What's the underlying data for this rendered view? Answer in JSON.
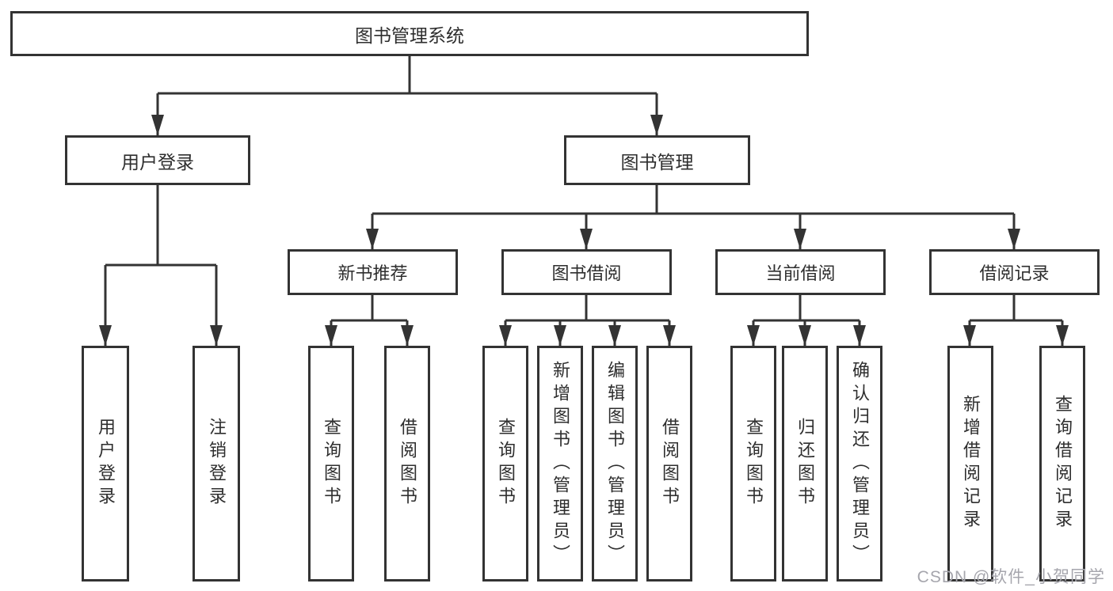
{
  "diagram": {
    "title": "图书管理系统",
    "watermark": "CSDN @软件_小贺同学",
    "colors": {
      "line": "#333333",
      "text": "#2e2e2e",
      "watermark": "#a6a6ad",
      "background": "#ffffff"
    },
    "nodes": {
      "root": "图书管理系统",
      "user_login": "用户登录",
      "book_mgmt": "图书管理",
      "new_book_rec": "新书推荐",
      "book_borrow": "图书借阅",
      "current_borrow": "当前借阅",
      "borrow_records": "借阅记录",
      "leaves": {
        "user_login": "用户登录",
        "logout": "注销登录",
        "rec_query_books": "查询图书",
        "rec_borrow_books": "借阅图书",
        "bb_query_books": "查询图书",
        "bb_add_books": "新增图书（管理员）",
        "bb_edit_books": "编辑图书（管理员）",
        "bb_borrow_books": "借阅图书",
        "cb_query_books": "查询图书",
        "cb_return_books": "归还图书",
        "cb_confirm_return": "确认归还（管理员）",
        "br_add_record": "新增借阅记录",
        "br_query_record": "查询借阅记录"
      }
    }
  }
}
